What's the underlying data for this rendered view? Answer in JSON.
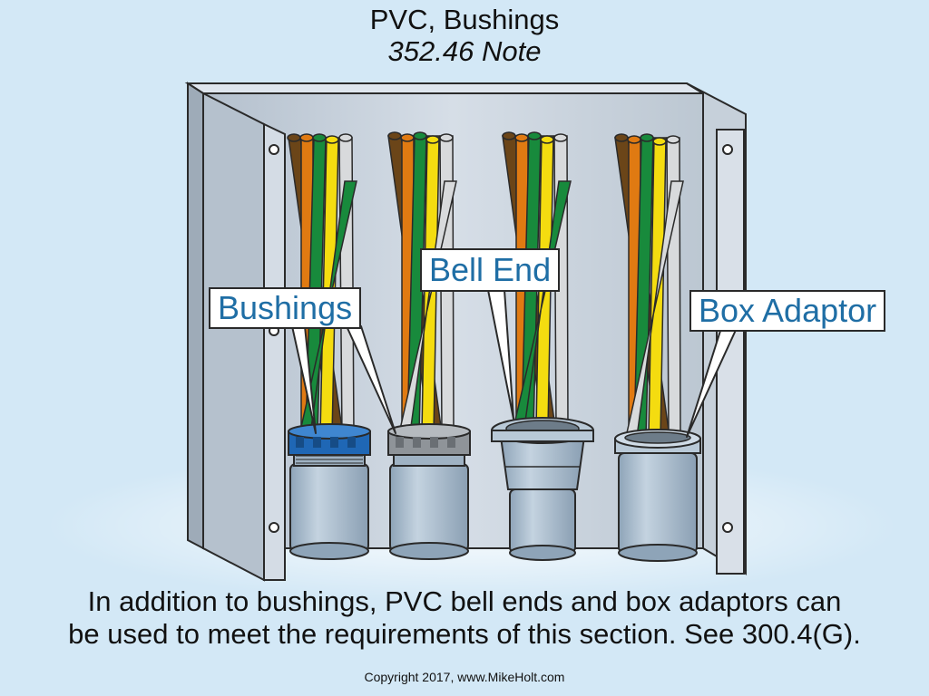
{
  "header": {
    "title": "PVC, Bushings",
    "subtitle": "352.46 Note"
  },
  "callouts": {
    "bushings": "Bushings",
    "bell_end": "Bell End",
    "box_adaptor": "Box Adaptor"
  },
  "caption": {
    "line1": "In addition to bushings, PVC bell ends and box adaptors can",
    "line2": "be used to meet the requirements of this section. See 300.4(G)."
  },
  "footer": {
    "copyright": "Copyright 2017, www.MikeHolt.com"
  },
  "colors": {
    "background": "#d3e8f6",
    "box_metal": "#c9d3df",
    "callout_text": "#1f6ea5",
    "conduit": "#a9bccd",
    "bushing_blue": "#1f67b5",
    "bushing_gray": "#8f9499",
    "wire_brown": "#6b4518",
    "wire_orange": "#e07a12",
    "wire_green": "#188a3c",
    "wire_yellow": "#f4dc10",
    "wire_white": "#d8dadc"
  }
}
